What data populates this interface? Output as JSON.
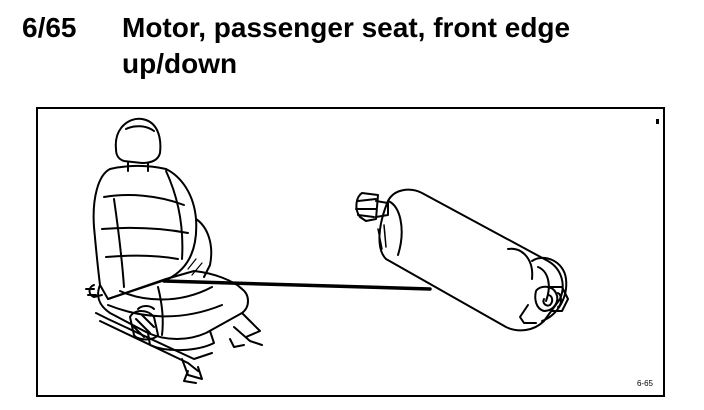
{
  "heading": {
    "number": "6/65",
    "title_line1": "Motor, passenger seat, front edge",
    "title_line2": "up/down"
  },
  "figure": {
    "code": "6-65",
    "seat_icon": "car-seat-icon",
    "motor_icon": "electric-motor-icon"
  }
}
